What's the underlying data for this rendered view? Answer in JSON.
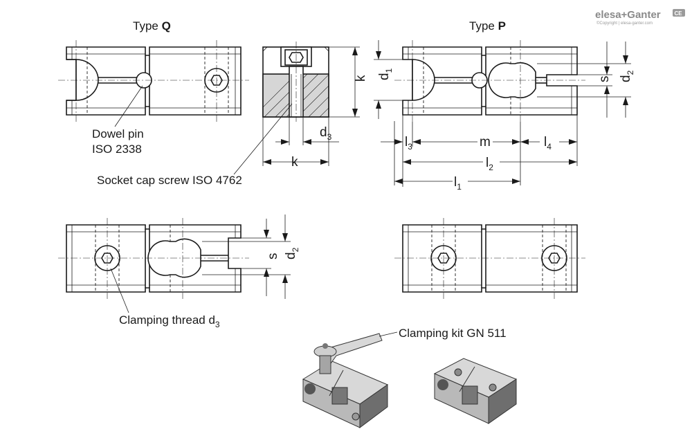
{
  "brand": {
    "name": "elesa+Ganter",
    "copyright": "©Copyright | elesa-ganter.com",
    "badge": "CE"
  },
  "views": {
    "type_q": {
      "prefix": "Type ",
      "letter": "Q"
    },
    "type_p": {
      "prefix": "Type ",
      "letter": "P"
    }
  },
  "callouts": {
    "dowel_pin_line1": "Dowel pin",
    "dowel_pin_line2": "ISO 2338",
    "socket_cap_screw": "Socket cap screw ISO 4762",
    "clamping_thread": "Clamping thread d",
    "clamping_thread_sub": "3",
    "clamping_kit": "Clamping kit GN 511"
  },
  "dimensions": {
    "k": "k",
    "d1": "d",
    "d1_sub": "1",
    "d2": "d",
    "d2_sub": "2",
    "d3": "d",
    "d3_sub": "3",
    "s": "s",
    "l1": "l",
    "l1_sub": "1",
    "l2": "l",
    "l2_sub": "2",
    "l3": "l",
    "l3_sub": "3",
    "l4": "l",
    "l4_sub": "4",
    "m": "m"
  }
}
